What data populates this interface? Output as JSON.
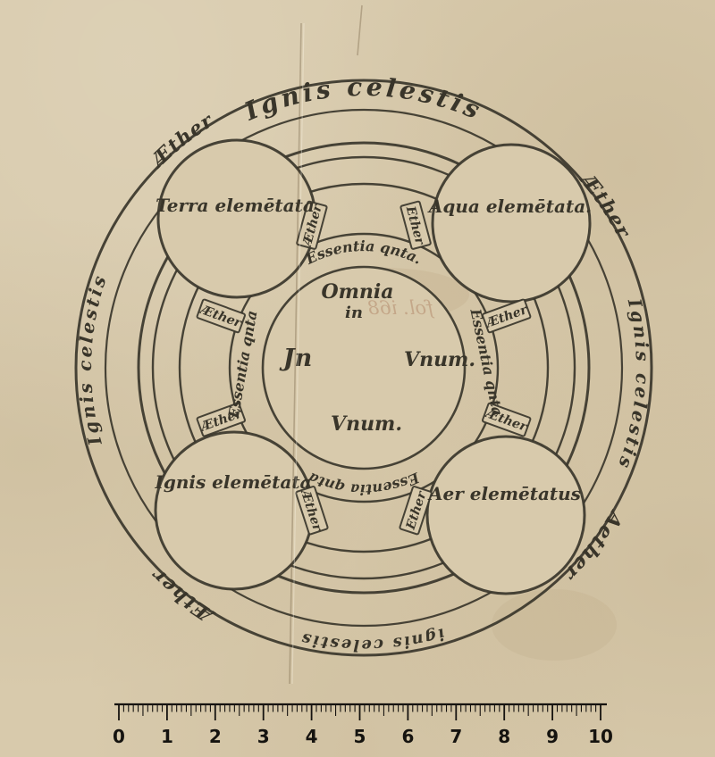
{
  "diagram": {
    "outer_ring": {
      "top": "Ignis celestis",
      "right": "Ignis celestis",
      "bottom": "ignis celestis",
      "left": "Ignis celestis"
    },
    "aether_ring": {
      "nw": "Æther",
      "ne": "Æther",
      "se": "Aether",
      "sw": "Æther"
    },
    "elements": {
      "terra": "Terra elemētata",
      "aqua": "Aqua elemētata.",
      "ignis": "Ignis elemētata",
      "aer": "Aer elemētatus"
    },
    "essentia": {
      "top": "Essentia qnta.",
      "left": "Essentia qnta",
      "right": "Essentia qnta",
      "bottom": "Essentia qnta"
    },
    "aether_boxes": [
      "Æther",
      "Ether",
      "Æther",
      "Æther",
      "Æther",
      "Æther",
      "Æther",
      "Ether"
    ],
    "center": {
      "top1": "Omnia",
      "top2": "in",
      "left": "Jn",
      "right": "Vnum.",
      "bottom": "Vnum."
    },
    "ghost_text": "fol. i68"
  },
  "ruler": {
    "numbers": [
      "0",
      "1",
      "2",
      "3",
      "4",
      "5",
      "6",
      "7",
      "8",
      "9",
      "10"
    ]
  },
  "colors": {
    "paper": "#d8caac",
    "ink": "#3a362b"
  }
}
